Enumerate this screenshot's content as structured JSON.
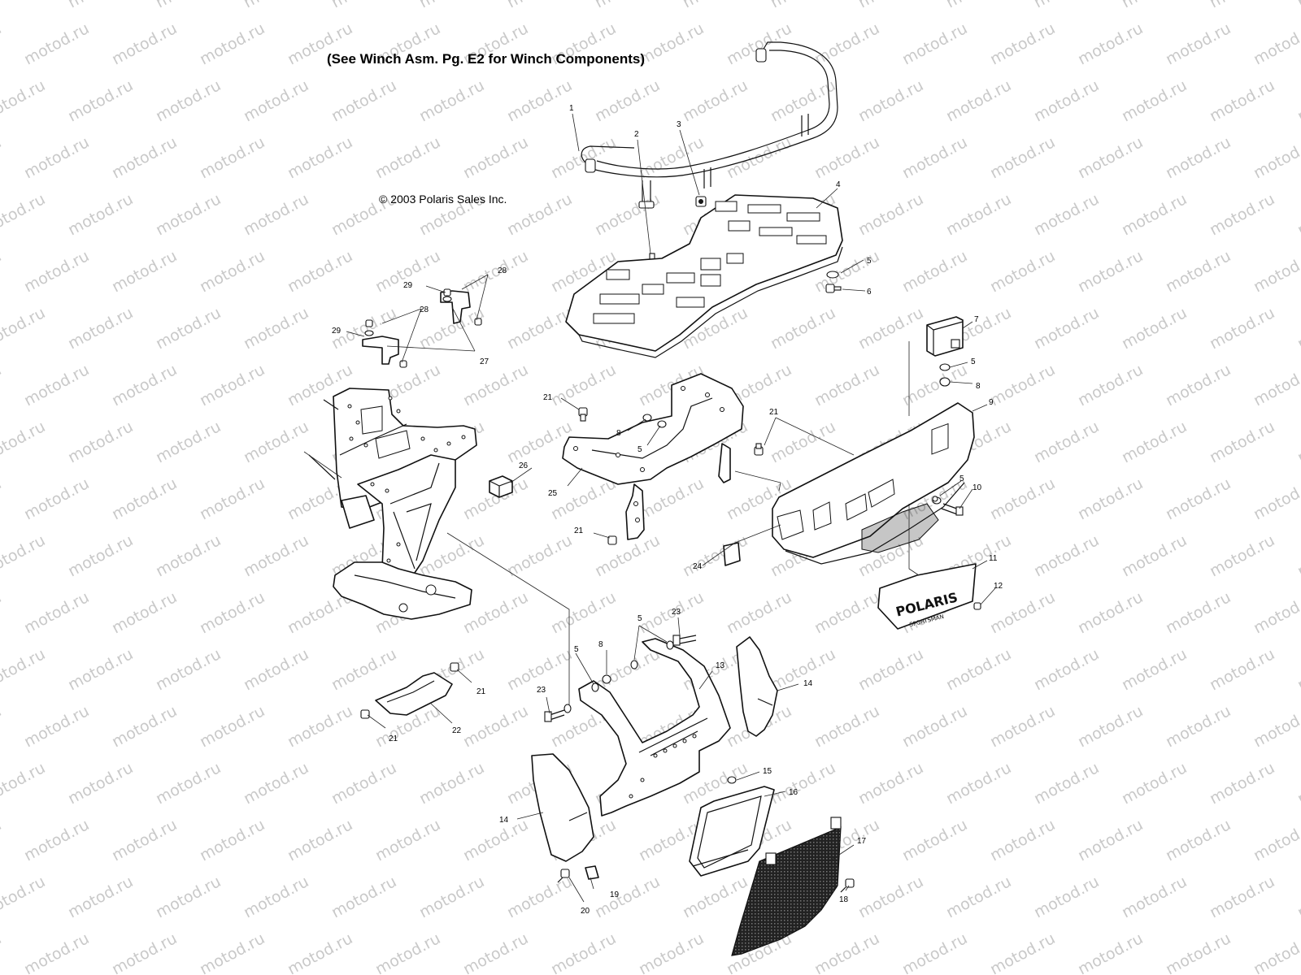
{
  "header": {
    "title": "(See Winch Asm. Pg. E2 for Winch Components)",
    "copyright": "© 2003 Polaris Sales Inc."
  },
  "watermark": {
    "text": "motod.ru",
    "color": "#c9c9c9"
  },
  "callouts": [
    {
      "id": "c1",
      "label": "1"
    },
    {
      "id": "c2",
      "label": "2"
    },
    {
      "id": "c3",
      "label": "3"
    },
    {
      "id": "c4",
      "label": "4"
    },
    {
      "id": "c5a",
      "label": "5"
    },
    {
      "id": "c6",
      "label": "6"
    },
    {
      "id": "c7",
      "label": "7"
    },
    {
      "id": "c5b",
      "label": "5"
    },
    {
      "id": "c8a",
      "label": "8"
    },
    {
      "id": "c9",
      "label": "9"
    },
    {
      "id": "c21a",
      "label": "21"
    },
    {
      "id": "c21b",
      "label": "21"
    },
    {
      "id": "c8b",
      "label": "8"
    },
    {
      "id": "c5c",
      "label": "5"
    },
    {
      "id": "c26",
      "label": "26"
    },
    {
      "id": "c25",
      "label": "25"
    },
    {
      "id": "c5d",
      "label": "5"
    },
    {
      "id": "c10",
      "label": "10"
    },
    {
      "id": "c21c",
      "label": "21"
    },
    {
      "id": "c24",
      "label": "24"
    },
    {
      "id": "c11",
      "label": "11"
    },
    {
      "id": "c12",
      "label": "12"
    },
    {
      "id": "c28a",
      "label": "28"
    },
    {
      "id": "c29a",
      "label": "29"
    },
    {
      "id": "c28b",
      "label": "28"
    },
    {
      "id": "c29b",
      "label": "29"
    },
    {
      "id": "c27",
      "label": "27"
    },
    {
      "id": "c5e",
      "label": "5"
    },
    {
      "id": "c23a",
      "label": "23"
    },
    {
      "id": "c8c",
      "label": "8"
    },
    {
      "id": "c5f",
      "label": "5"
    },
    {
      "id": "c13",
      "label": "13"
    },
    {
      "id": "c14a",
      "label": "14"
    },
    {
      "id": "c23b",
      "label": "23"
    },
    {
      "id": "c21d",
      "label": "21"
    },
    {
      "id": "c22",
      "label": "22"
    },
    {
      "id": "c21e",
      "label": "21"
    },
    {
      "id": "c15",
      "label": "15"
    },
    {
      "id": "c16",
      "label": "16"
    },
    {
      "id": "c17",
      "label": "17"
    },
    {
      "id": "c14b",
      "label": "14"
    },
    {
      "id": "c19",
      "label": "19"
    },
    {
      "id": "c20",
      "label": "20"
    },
    {
      "id": "c18",
      "label": "18"
    }
  ],
  "logo": {
    "text": "POLARIS",
    "sub": "SPORTSMAN"
  }
}
